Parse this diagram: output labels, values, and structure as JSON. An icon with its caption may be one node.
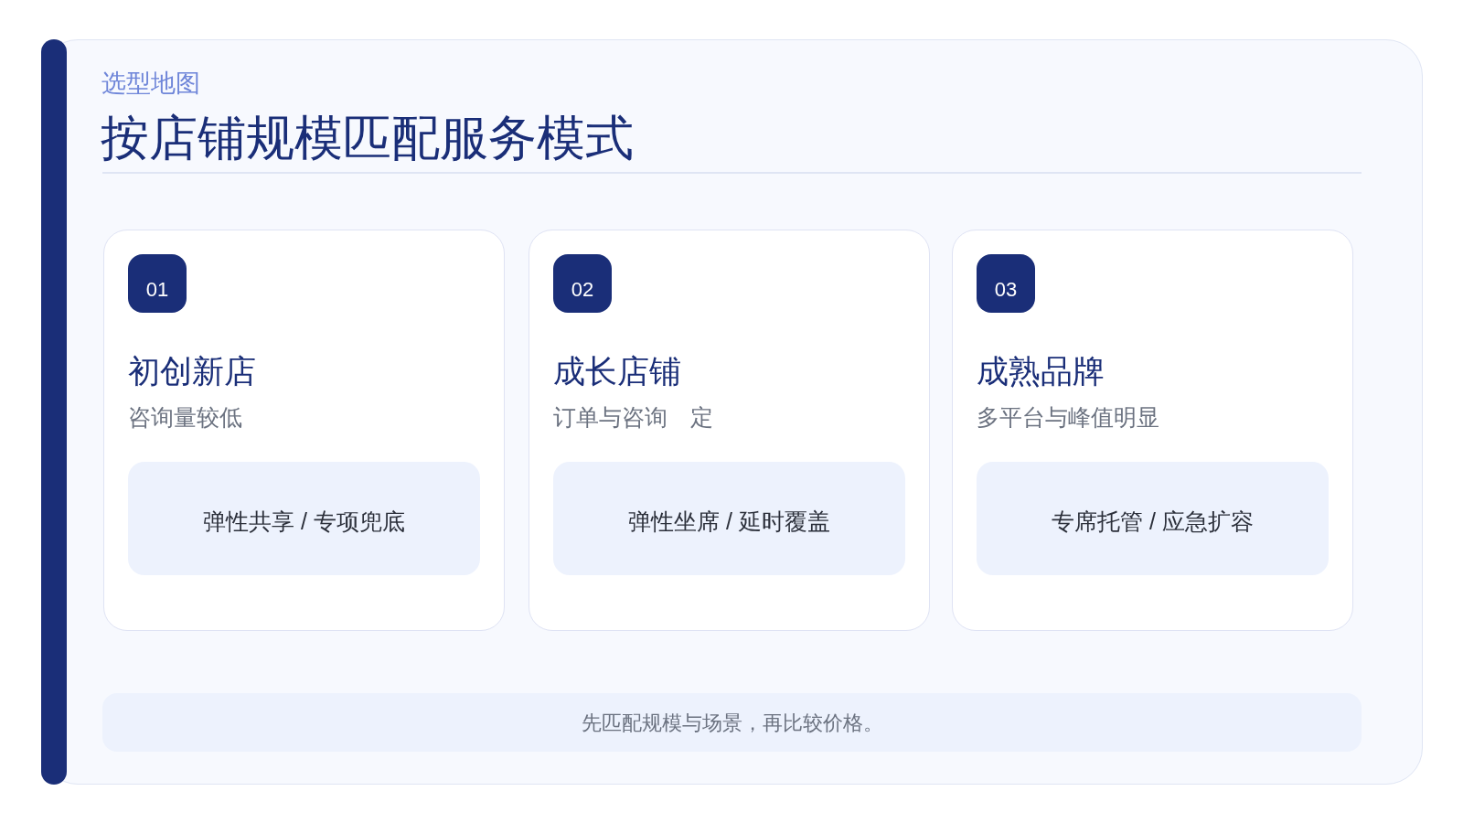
{
  "diagram": {
    "title": "按店铺规模匹配服务模式",
    "nodes": [
      {
        "text": [
          "初创新店",
          "咨询量较低"
        ]
      },
      {
        "text": [
          "01"
        ],
        "in": 0
      },
      {
        "text": [
          "弹性共享 / 专项兜底"
        ],
        "in": 0
      },
      {
        "text": [
          "成长店铺",
          "订单与咨询　定"
        ]
      },
      {
        "text": [
          "02"
        ],
        "in": 3
      },
      {
        "text": [
          "弹性坐席 / 延时覆盖"
        ],
        "in": 3
      },
      {
        "text": [
          "成熟品牌",
          "多平台与峰值明显"
        ]
      },
      {
        "text": [
          "03"
        ],
        "in": 6
      },
      {
        "text": [
          "专席托管 / 应急扩容"
        ],
        "in": 6
      },
      {
        "text": [
          "先匹配规模与场景，再比较价格。"
        ]
      }
    ],
    "labels": [
      "选型地图"
    ]
  }
}
